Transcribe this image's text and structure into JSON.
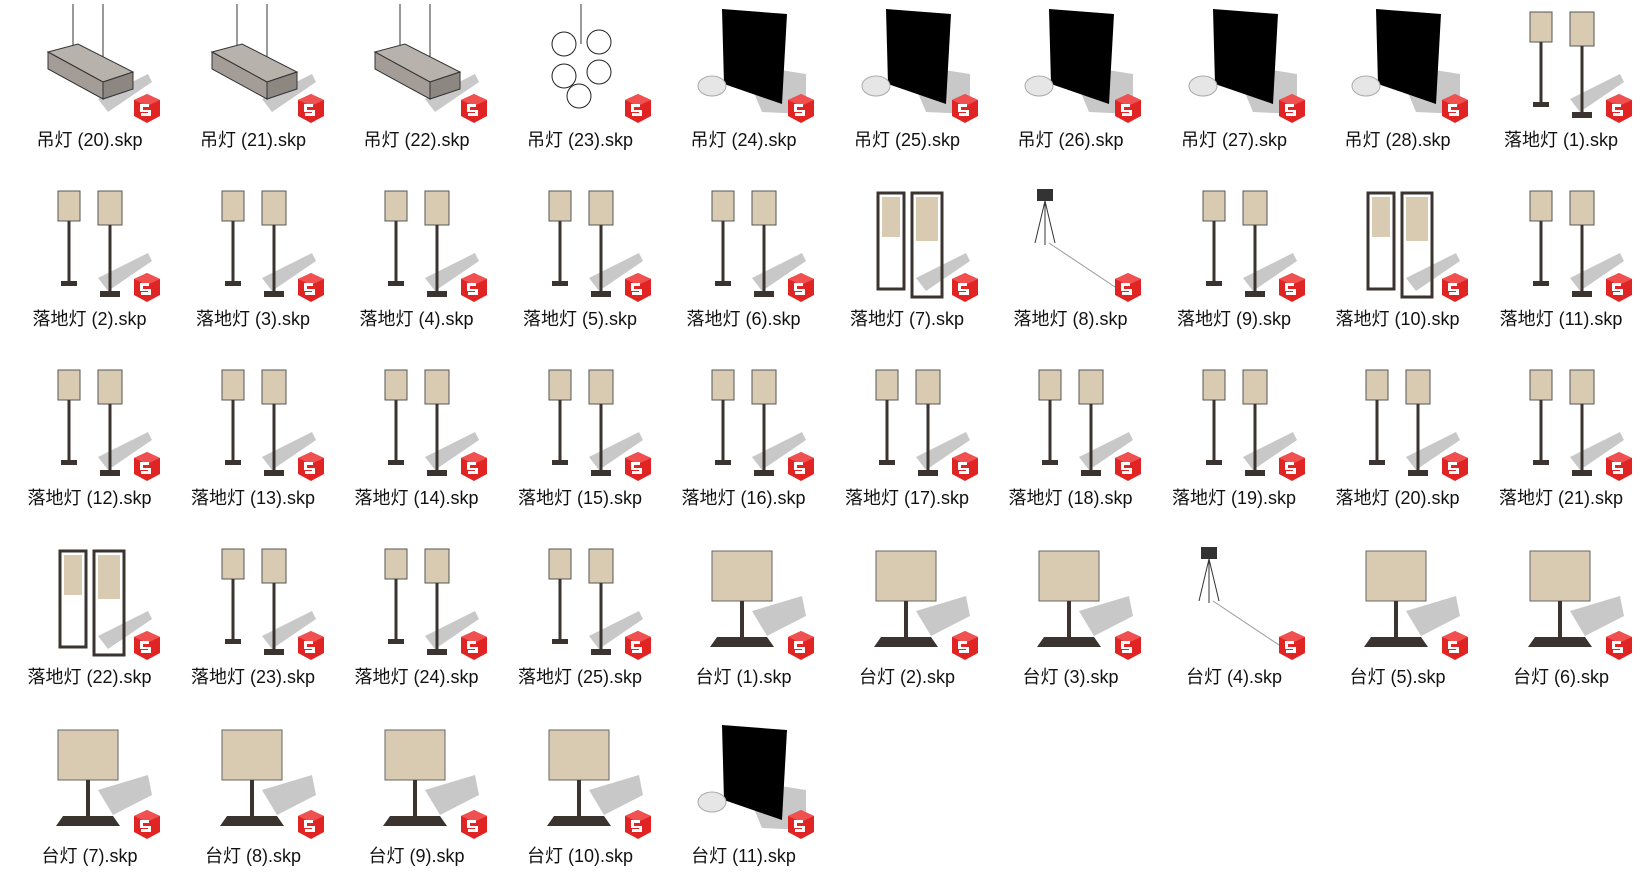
{
  "colors": {
    "skp_red": "#e02424",
    "shadow": "#c8c8c8",
    "shade": "#d9cbb2",
    "frame": "#3a3330"
  },
  "files": [
    {
      "label": "吊灯 (20).skp",
      "kind": "pendant"
    },
    {
      "label": "吊灯 (21).skp",
      "kind": "pendant"
    },
    {
      "label": "吊灯 (22).skp",
      "kind": "pendant"
    },
    {
      "label": "吊灯 (23).skp",
      "kind": "pendant-globe"
    },
    {
      "label": "吊灯 (24).skp",
      "kind": "black-board"
    },
    {
      "label": "吊灯 (25).skp",
      "kind": "black-board"
    },
    {
      "label": "吊灯 (26).skp",
      "kind": "black-board"
    },
    {
      "label": "吊灯 (27).skp",
      "kind": "black-board"
    },
    {
      "label": "吊灯 (28).skp",
      "kind": "black-board"
    },
    {
      "label": "落地灯 (1).skp",
      "kind": "floor"
    },
    {
      "label": "落地灯 (2).skp",
      "kind": "floor"
    },
    {
      "label": "落地灯 (3).skp",
      "kind": "floor"
    },
    {
      "label": "落地灯 (4).skp",
      "kind": "floor"
    },
    {
      "label": "落地灯 (5).skp",
      "kind": "floor"
    },
    {
      "label": "落地灯 (6).skp",
      "kind": "floor"
    },
    {
      "label": "落地灯 (7).skp",
      "kind": "floor-box"
    },
    {
      "label": "落地灯 (8).skp",
      "kind": "tripod"
    },
    {
      "label": "落地灯 (9).skp",
      "kind": "floor"
    },
    {
      "label": "落地灯 (10).skp",
      "kind": "floor-box"
    },
    {
      "label": "落地灯 (11).skp",
      "kind": "floor"
    },
    {
      "label": "落地灯 (12).skp",
      "kind": "floor"
    },
    {
      "label": "落地灯 (13).skp",
      "kind": "floor"
    },
    {
      "label": "落地灯 (14).skp",
      "kind": "floor"
    },
    {
      "label": "落地灯 (15).skp",
      "kind": "floor"
    },
    {
      "label": "落地灯 (16).skp",
      "kind": "floor"
    },
    {
      "label": "落地灯 (17).skp",
      "kind": "floor"
    },
    {
      "label": "落地灯 (18).skp",
      "kind": "floor"
    },
    {
      "label": "落地灯 (19).skp",
      "kind": "floor"
    },
    {
      "label": "落地灯 (20).skp",
      "kind": "floor"
    },
    {
      "label": "落地灯 (21).skp",
      "kind": "floor"
    },
    {
      "label": "落地灯 (22).skp",
      "kind": "floor-box"
    },
    {
      "label": "落地灯 (23).skp",
      "kind": "floor"
    },
    {
      "label": "落地灯 (24).skp",
      "kind": "floor"
    },
    {
      "label": "落地灯 (25).skp",
      "kind": "floor"
    },
    {
      "label": "台灯 (1).skp",
      "kind": "table"
    },
    {
      "label": "台灯 (2).skp",
      "kind": "table"
    },
    {
      "label": "台灯 (3).skp",
      "kind": "table"
    },
    {
      "label": "台灯 (4).skp",
      "kind": "tripod"
    },
    {
      "label": "台灯 (5).skp",
      "kind": "table"
    },
    {
      "label": "台灯 (6).skp",
      "kind": "table"
    },
    {
      "label": "台灯 (7).skp",
      "kind": "table"
    },
    {
      "label": "台灯 (8).skp",
      "kind": "table"
    },
    {
      "label": "台灯 (9).skp",
      "kind": "table"
    },
    {
      "label": "台灯 (10).skp",
      "kind": "table"
    },
    {
      "label": "台灯 (11).skp",
      "kind": "black-board"
    }
  ]
}
